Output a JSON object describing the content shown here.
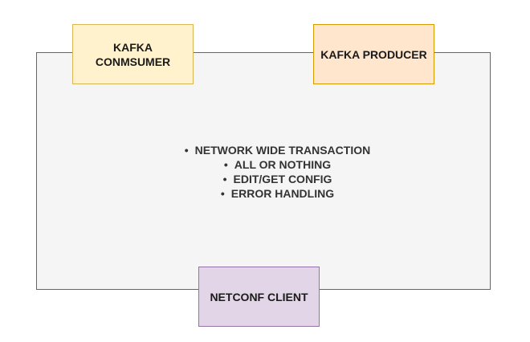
{
  "nodes": {
    "consumer": {
      "label": "KAFKA\nCONMSUMER",
      "fill": "#fff2cc",
      "stroke": "#d6b656"
    },
    "producer": {
      "label": "KAFKA PRODUCER",
      "fill": "#ffe6cc",
      "stroke": "#d79b00"
    },
    "client": {
      "label": "NETCONF CLIENT",
      "fill": "#e1d5e7",
      "stroke": "#9673a6"
    }
  },
  "container": {
    "fill": "#f5f5f5",
    "stroke": "#666666",
    "bullets": [
      "NETWORK WIDE TRANSACTION",
      "ALL OR NOTHING",
      "EDIT/GET CONFIG",
      "ERROR HANDLING"
    ]
  }
}
